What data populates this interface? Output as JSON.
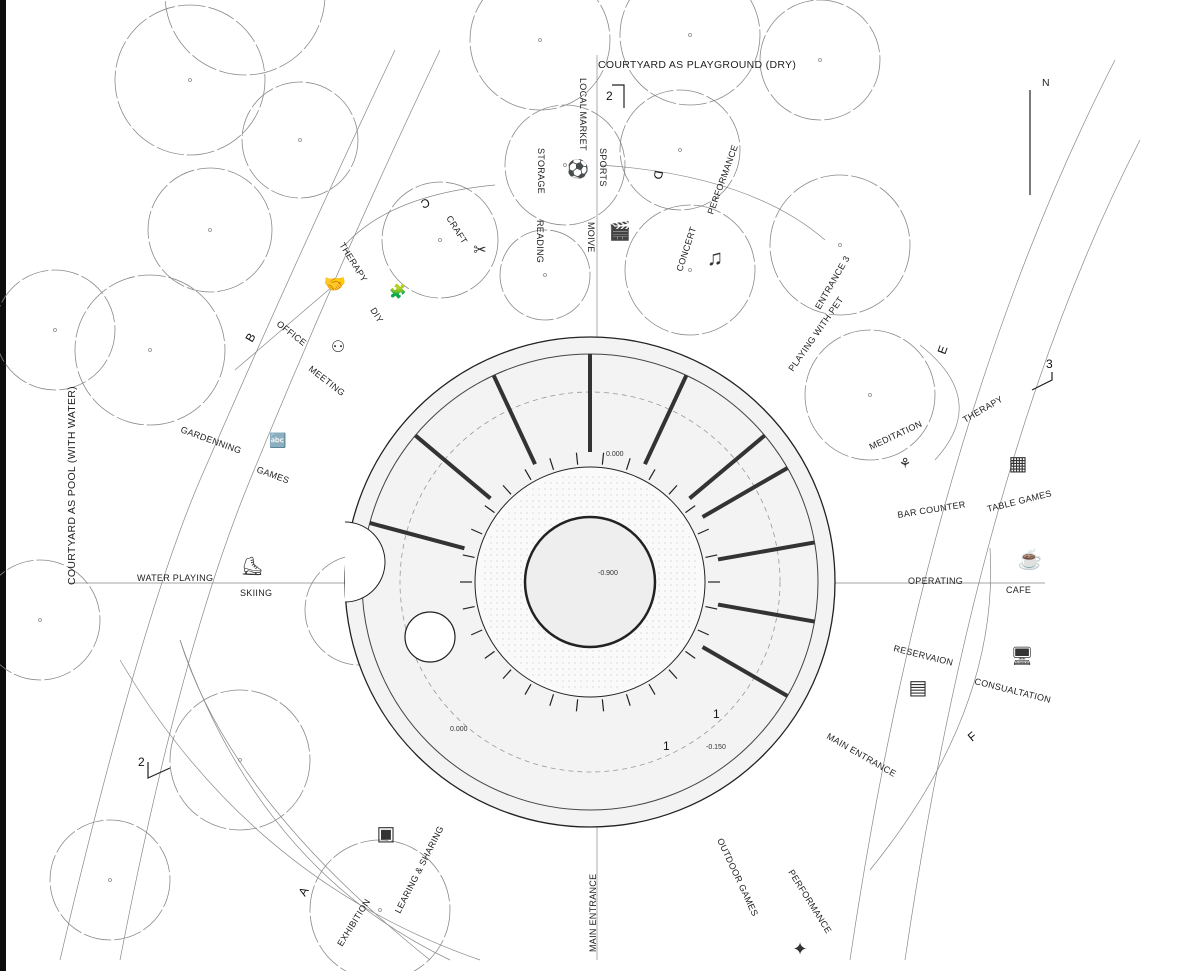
{
  "plan": {
    "north_label": "N",
    "courtyard_top": "COURTYARD AS PLAYGROUND  (DRY)",
    "courtyard_left": "COURTYARD AS POOL (WITH WATER)",
    "activities": {
      "local_market": "LOCAL MARKET",
      "sports": "SPORTS",
      "storage": "STORAGE",
      "reading": "READING",
      "moive": "MOIVE",
      "performance_top": "PERFORMANCE",
      "concert": "CONCERT",
      "playing_with_pet": "PLAYING WITH PET",
      "entrance_3": "ENTRANCE 3",
      "craft": "CRAFT",
      "therapy_left": "THERAPY",
      "diy": "DIY",
      "office": "OFFICE",
      "meeting": "MEETING",
      "gardenning": "GARDENNING",
      "games": "GAMES",
      "water_playing": "WATER PLAYING",
      "skiing": "SKIING",
      "meditation": "MEDITATION",
      "therapy_right": "THERAPY",
      "bar_counter": "BAR COUNTER",
      "table_games": "TABLE GAMES",
      "operating": "OPERATING",
      "cafe": "CAFE",
      "reservaion": "RESERVAION",
      "consualtation": "CONSUALTATION",
      "main_entrance_right": "MAIN ENTRANCE",
      "outdoor_games": "OUTDOOR GAMES",
      "performance_bottom": "PERFORMANCE",
      "main_entrance_bottom": "MAIN ENTRANCE",
      "learing_sharing": "LEARING & SHARING",
      "exhibition": "EXHIBITION"
    },
    "section_letters": {
      "a": "A",
      "b": "B",
      "c": "C",
      "d": "D",
      "e": "E",
      "f": "F"
    },
    "section_numbers": {
      "n2_top": "2",
      "n2_left": "2",
      "n3": "3",
      "n1_a": "1",
      "n1_b": "1"
    },
    "elevations": {
      "e1": "0.000",
      "e2": "-0.900",
      "e3": "0.000",
      "e4": "-0.150"
    },
    "icons": [
      "soccer-ball-icon",
      "clapperboard-icon",
      "music-note-icon",
      "craft-tools-icon",
      "handshake-icon",
      "puzzle-icon",
      "meeting-table-icon",
      "abc-blocks-icon",
      "ice-skate-icon",
      "meditation-stones-icon",
      "table-games-icon",
      "coffee-cup-icon",
      "reservation-icon",
      "consultation-monitor-icon",
      "learning-board-icon",
      "stage-lights-icon"
    ]
  }
}
